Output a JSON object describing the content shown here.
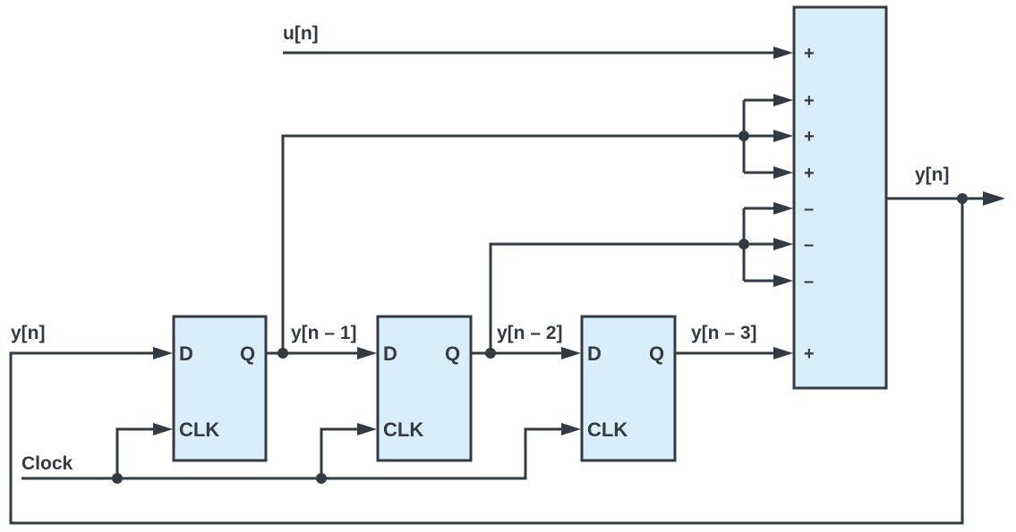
{
  "labels": {
    "u_input": "u[n]",
    "y_output": "y[n]",
    "y_input": "y[n]",
    "y_n1": "y[n – 1]",
    "y_n2": "y[n – 2]",
    "y_n3": "y[n – 3]",
    "clock": "Clock"
  },
  "flipflops": [
    {
      "d": "D",
      "q": "Q",
      "clk": "CLK"
    },
    {
      "d": "D",
      "q": "Q",
      "clk": "CLK"
    },
    {
      "d": "D",
      "q": "Q",
      "clk": "CLK"
    }
  ],
  "adder_inputs": [
    "+",
    "+",
    "+",
    "+",
    "–",
    "–",
    "–",
    "+"
  ],
  "colors": {
    "stroke": "#333a42",
    "box_fill": "#d9eefb"
  }
}
